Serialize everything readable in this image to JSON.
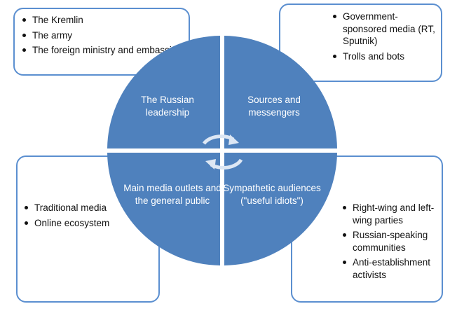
{
  "boxes": {
    "top_left": {
      "items": [
        "The Kremlin",
        "The army",
        "The foreign ministry and embassies"
      ]
    },
    "top_right": {
      "items": [
        "Government-sponsored media (RT, Sputnik)",
        "Trolls and bots"
      ]
    },
    "bottom_left": {
      "items": [
        "Traditional media",
        "Online ecosystem"
      ]
    },
    "bottom_right": {
      "items": [
        "Right-wing and left-wing parties",
        "Russian-speaking communities",
        "Anti-establishment activists"
      ]
    }
  },
  "quadrants": {
    "top_left": "The Russian leadership",
    "top_right": "Sources and messengers",
    "bottom_left": "Main media outlets and the general public",
    "bottom_right": "Sympathetic audiences (\"useful idiots\")"
  },
  "colors": {
    "quadrant_fill": "#4f81bd",
    "box_border": "#5b8fd0",
    "divider": "#ffffff",
    "arrow": "#dde7f4"
  },
  "icons": {
    "center": "cycle-arrows-icon"
  }
}
